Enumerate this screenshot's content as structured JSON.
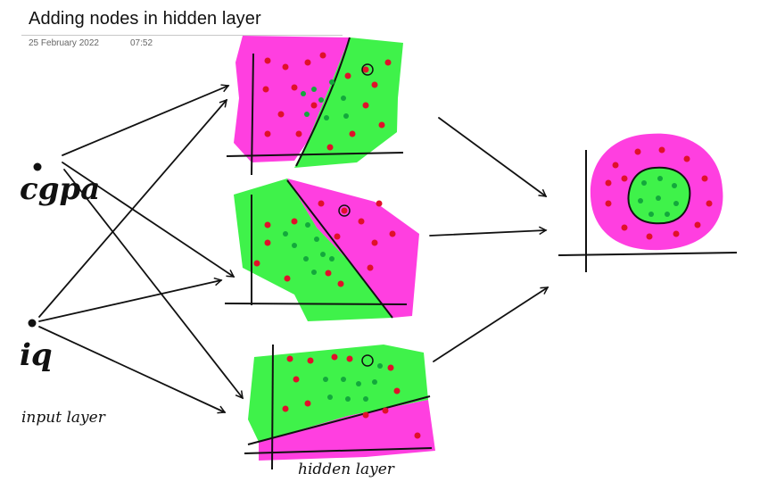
{
  "page": {
    "title": "Adding nodes in hidden layer",
    "date": "25 February 2022",
    "time": "07:52"
  },
  "labels": {
    "input_node_1": "cgpa",
    "input_node_2": "iq",
    "input_layer": "input layer",
    "hidden_layer": "hidden layer"
  },
  "colors": {
    "ink": "#111111",
    "magenta": "#ff3fe0",
    "green": "#3ff24a",
    "red_point": "#e0102a",
    "green_point": "#13a83c"
  }
}
